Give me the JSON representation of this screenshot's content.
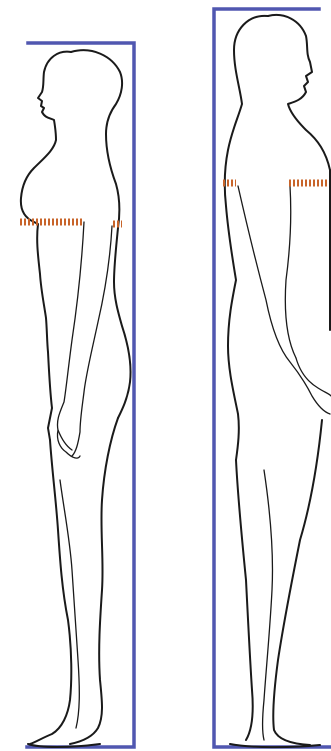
{
  "colors": {
    "frame": "#5057b0",
    "measure_line": "#c8642a",
    "outline": "#1a1a1a",
    "background": "#ffffff"
  },
  "figures": [
    {
      "name": "female-side-profile",
      "measure_marks": [
        "bust"
      ]
    },
    {
      "name": "male-side-profile",
      "measure_marks": [
        "chest"
      ]
    }
  ]
}
